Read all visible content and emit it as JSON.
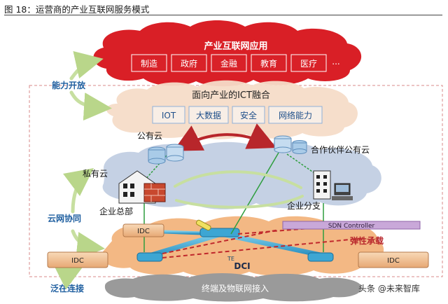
{
  "figure": {
    "title": "图 18：运营商的产业互联网服务模式"
  },
  "industry_cloud": {
    "title": "产业互联网应用",
    "apps": [
      "制造",
      "政府",
      "金融",
      "教育",
      "医疗",
      "..."
    ]
  },
  "ict_cloud": {
    "title": "面向产业的ICT融合",
    "items": [
      "IOT",
      "大数据",
      "安全",
      "网络能力"
    ]
  },
  "clouds": {
    "public": "公有云",
    "partner_public": "合作伙伴公有云",
    "private": "私有云",
    "enterprise_hq": "企业总部",
    "enterprise_branch": "企业分支"
  },
  "side_labels": {
    "capability_open": "能力开放",
    "cloud_network": "云网协同",
    "ubiquitous": "泛在连接"
  },
  "network": {
    "idc": "IDC",
    "sdn": "SDN Controller",
    "elastic": "弹性承载",
    "dci": "DCI",
    "te": "TE"
  },
  "access": {
    "label": "终端及物联网接入"
  },
  "watermark": "头条 @未来智库",
  "colors": {
    "industry_cloud": "#d91f26",
    "ict_cloud": "#f6dcc8",
    "middle_cloud": "#c2cfe3",
    "network_cloud": "#f2b27a",
    "arrow_green": "#c7dfa0",
    "link_green": "#2e9e3e",
    "red_dash": "#c0282c",
    "side_text": "#1f5fa0"
  }
}
